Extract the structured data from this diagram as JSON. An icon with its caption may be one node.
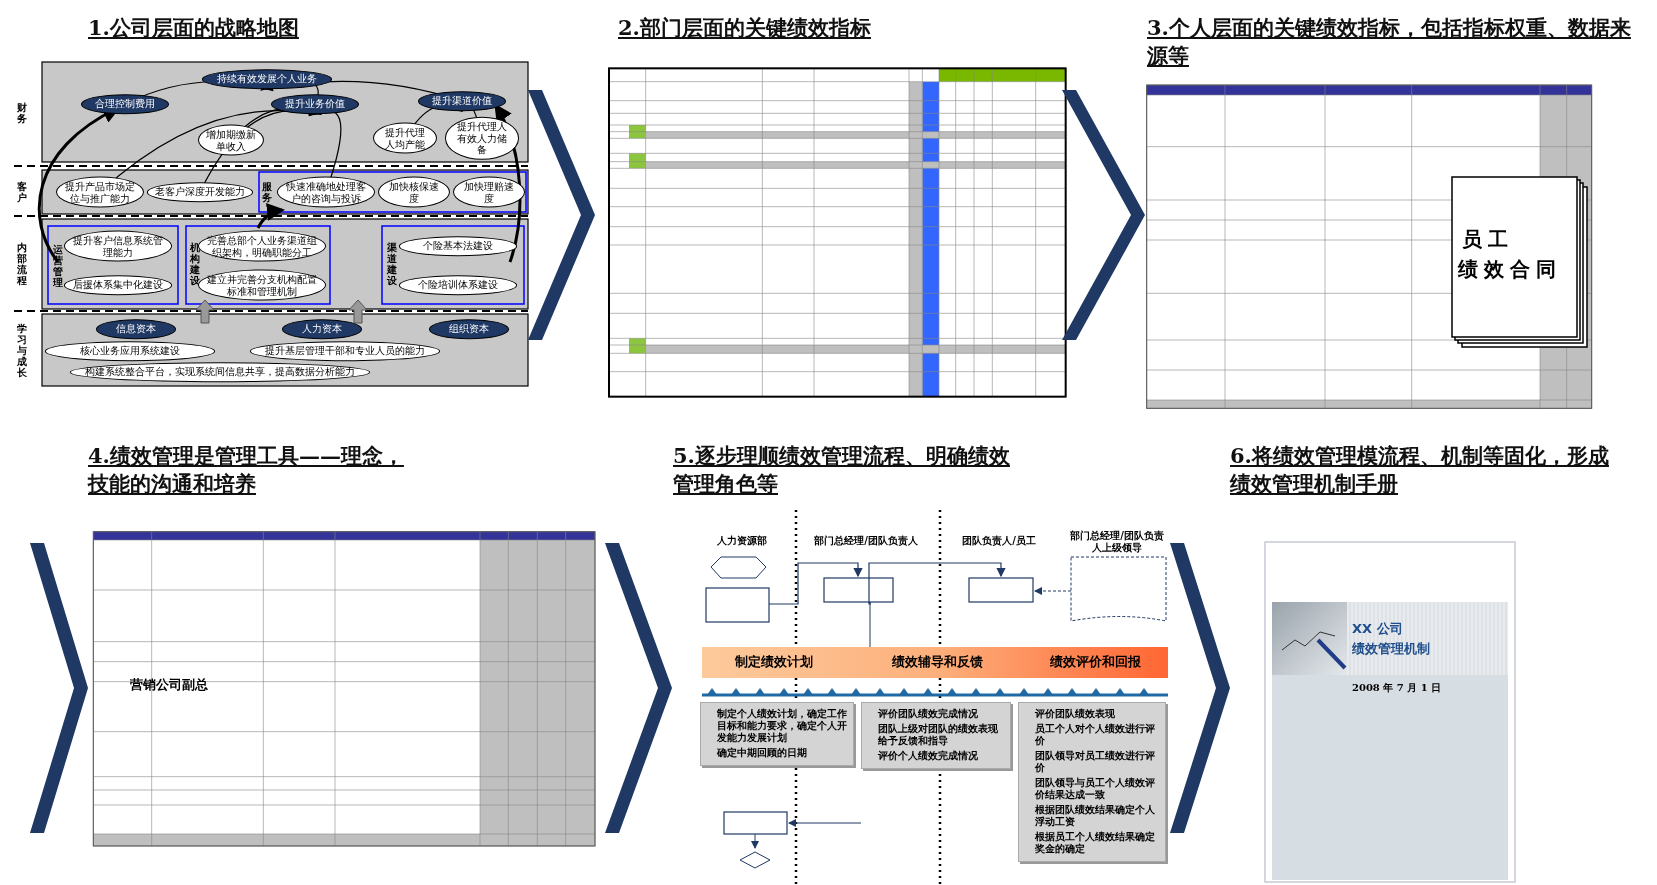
{
  "diagram": {
    "nodes": [
      {
        "text": [
          "1.公司层面的战略地图",
          "财务",
          "客户",
          "内部流程",
          "学习与成长",
          "持续有效发展个人业务",
          "合理控制费用",
          "提升业务价值",
          "提升渠道价值",
          "增加期缴新单收入",
          "提升代理人均产能",
          "提升代理人有效人力储备",
          "提升产品市场定位与推广能力",
          "老客户深度开发能力",
          "服务",
          "快速准确地处理客户的咨询与投诉",
          "加快核保速度",
          "加快理赔速度",
          "运营管理",
          "提升客户信息系统管理能力",
          "后援体系集中化建设",
          "机构建设",
          "完善总部个人业务渠道组织架构，明确职能分工",
          "建立并完善分支机构配置标准和管理机制",
          "渠道建设",
          "个险基本法建设",
          "个险培训体系建设",
          "信息资本",
          "人力资本",
          "组织资本",
          "核心业务应用系统建设",
          "提升基层管理干部和专业人员的能力",
          "构建系统整合平台，实现系统间信息共享，提高数据分析能力"
        ]
      },
      {
        "text": [
          "2.部门层面的关键绩效指标"
        ]
      },
      {
        "text": [
          "3.个人层面的关键绩效指标，包括指标权重、数据来源等",
          "员工",
          "绩效合同"
        ]
      },
      {
        "text": [
          "4.绩效管理是管理工具——理念，技能的沟通和培养",
          "营销公司副总"
        ]
      },
      {
        "text": [
          "5.逐步理顺绩效管理流程、明确绩效管理角色等",
          "人力资源部",
          "部门总经理/团队负责人",
          "团队负责人/员工",
          "部门总经理/团队负责人上级领导",
          "制定绩效计划",
          "绩效辅导和反馈",
          "绩效评价和回报",
          "制定个人绩效计划，确定工作目标和能力要求，确定个人开发能力发展计划",
          "确定中期回顾的日期",
          "评价团队绩效完成情况",
          "团队上级对团队的绩效表现给予反馈和指导",
          "评价个人绩效完成情况",
          "评价团队绩效表现",
          "员工个人对个人绩效进行评价",
          "团队领导对员工绩效进行评价",
          "团队领导与员工个人绩效评价结果达成一致",
          "根据团队绩效结果确定个人浮动工资",
          "根据员工个人绩效结果确定奖金的确定"
        ]
      },
      {
        "text": [
          "6.将绩效管理模流程、机制等固化，形成绩效管理机制手册",
          "XX 公司",
          "绩效管理机制",
          "2008 年 7 月 1 日"
        ]
      }
    ],
    "edges": [
      {
        "from": 0,
        "to": 1,
        "arrow": "to"
      },
      {
        "from": 1,
        "to": 2,
        "arrow": "to"
      },
      {
        "from": null,
        "to": 3,
        "arrow": "to"
      },
      {
        "from": 3,
        "to": 4,
        "arrow": "to"
      },
      {
        "from": 4,
        "to": 5,
        "arrow": "to"
      }
    ]
  }
}
